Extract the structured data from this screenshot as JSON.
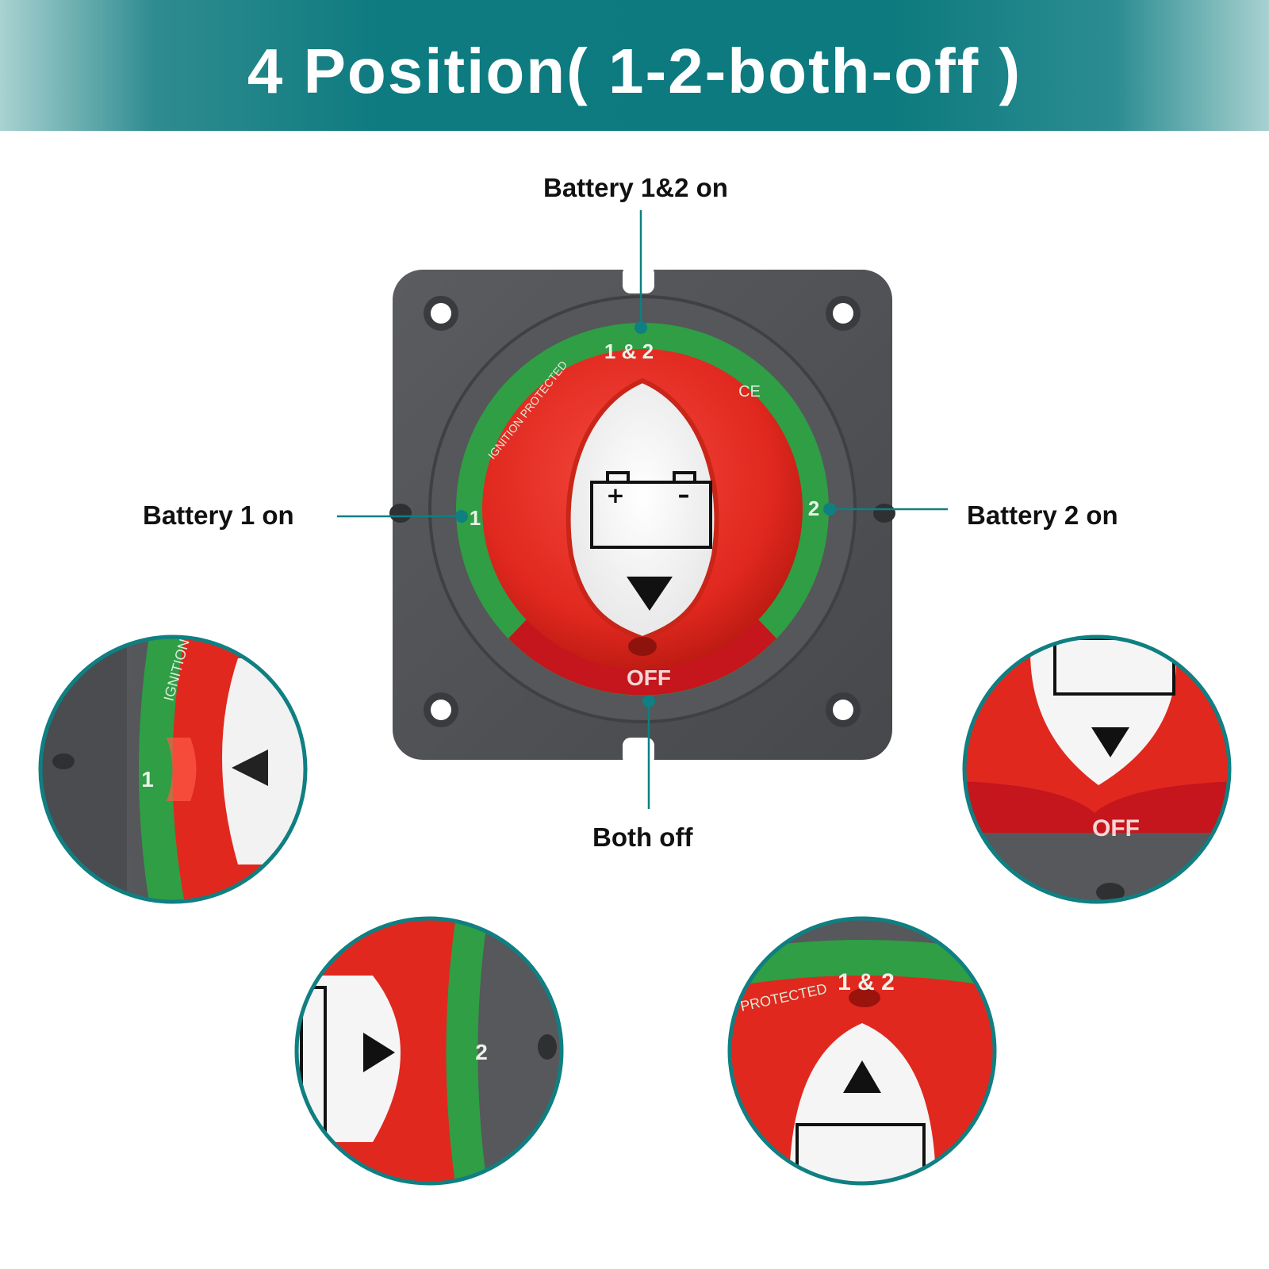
{
  "banner": {
    "title": "4 Position( 1-2-both-off )",
    "colors": {
      "accent": "#0c7a7e",
      "edge": "#a9d2d1"
    }
  },
  "callouts": {
    "top": "Battery 1&2 on",
    "left": "Battery 1 on",
    "right": "Battery 2 on",
    "bottom": "Both off"
  },
  "switch": {
    "ring_labels": {
      "position_both": "1 & 2",
      "position_1": "1",
      "position_2": "2",
      "off": "OFF",
      "ring_text": "IGNITION PROTECTED",
      "mark": "CE"
    },
    "colors": {
      "housing": "#4f5154",
      "ring_green": "#2f9e45",
      "ring_red": "#c4161c",
      "knob": "#e5322a",
      "window": "#ffffff",
      "callout_line": "#0f7f82"
    },
    "icons": [
      "battery-icon",
      "pointer-down-icon"
    ]
  },
  "zoom_insets": [
    {
      "position": "1",
      "ring_label": "1",
      "ring_text": "IGNITION"
    },
    {
      "position": "OFF",
      "ring_label": "OFF"
    },
    {
      "position": "2",
      "ring_label": "2"
    },
    {
      "position": "1&2",
      "ring_label": "1 & 2",
      "ring_text": "PROTECTED"
    }
  ]
}
